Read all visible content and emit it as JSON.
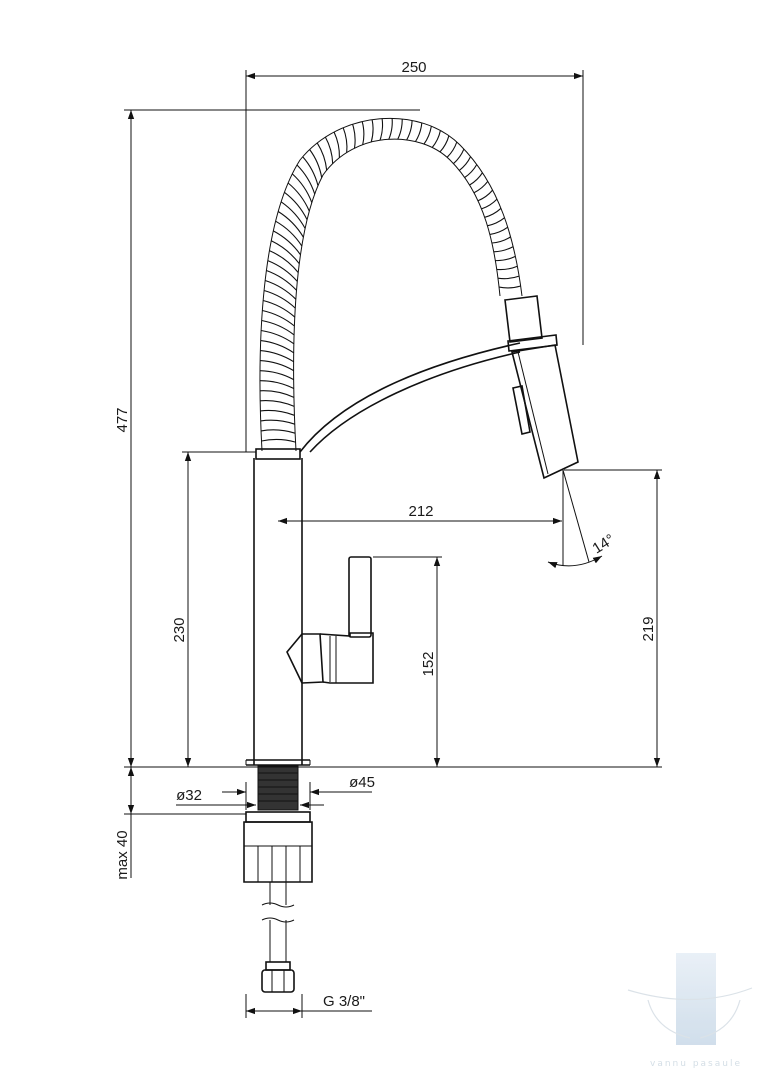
{
  "drawing": {
    "dimensions": {
      "width_total": "250",
      "height_total": "477",
      "body_height": "230",
      "spout_reach": "212",
      "spray_angle": "14°",
      "lever_height": "152",
      "outlet_height": "219",
      "body_diameter": "ø32",
      "base_diameter": "ø45",
      "max_counter": "max 40",
      "connection_thread": "G 3/8\""
    },
    "watermark": {
      "text": "vannu pasaule"
    }
  }
}
